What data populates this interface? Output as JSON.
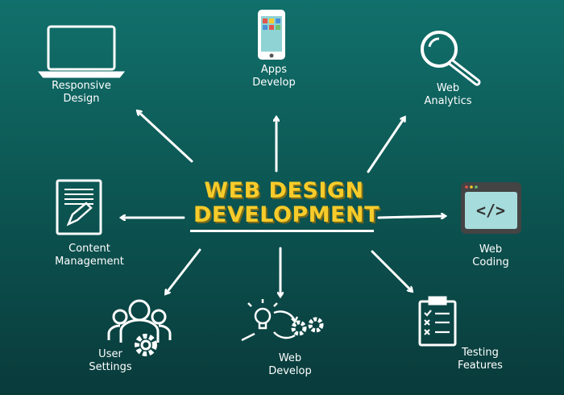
{
  "title": {
    "line1": "WEB DESIGN",
    "line2": "DEVELOPMENT"
  },
  "colors": {
    "accent": "#f7cc2a",
    "background_top": "#11706b",
    "background_bottom": "#093b3b"
  },
  "nodes": [
    {
      "id": "responsive",
      "line1": "Responsive",
      "line2": "Design",
      "icon": "laptop-icon"
    },
    {
      "id": "apps",
      "line1": "Apps",
      "line2": "Develop",
      "icon": "smartphone-icon"
    },
    {
      "id": "analytics",
      "line1": "Web",
      "line2": "Analytics",
      "icon": "magnifier-icon"
    },
    {
      "id": "content",
      "line1": "Content",
      "line2": "Management",
      "icon": "document-edit-icon"
    },
    {
      "id": "coding",
      "line1": "Web",
      "line2": "Coding",
      "icon": "code-window-icon"
    },
    {
      "id": "users",
      "line1": "User",
      "line2": "Settings",
      "icon": "users-gear-icon"
    },
    {
      "id": "develop",
      "line1": "Web",
      "line2": "Develop",
      "icon": "idea-gears-icon"
    },
    {
      "id": "testing",
      "line1": "Testing",
      "line2": "Features",
      "icon": "checklist-icon"
    }
  ]
}
